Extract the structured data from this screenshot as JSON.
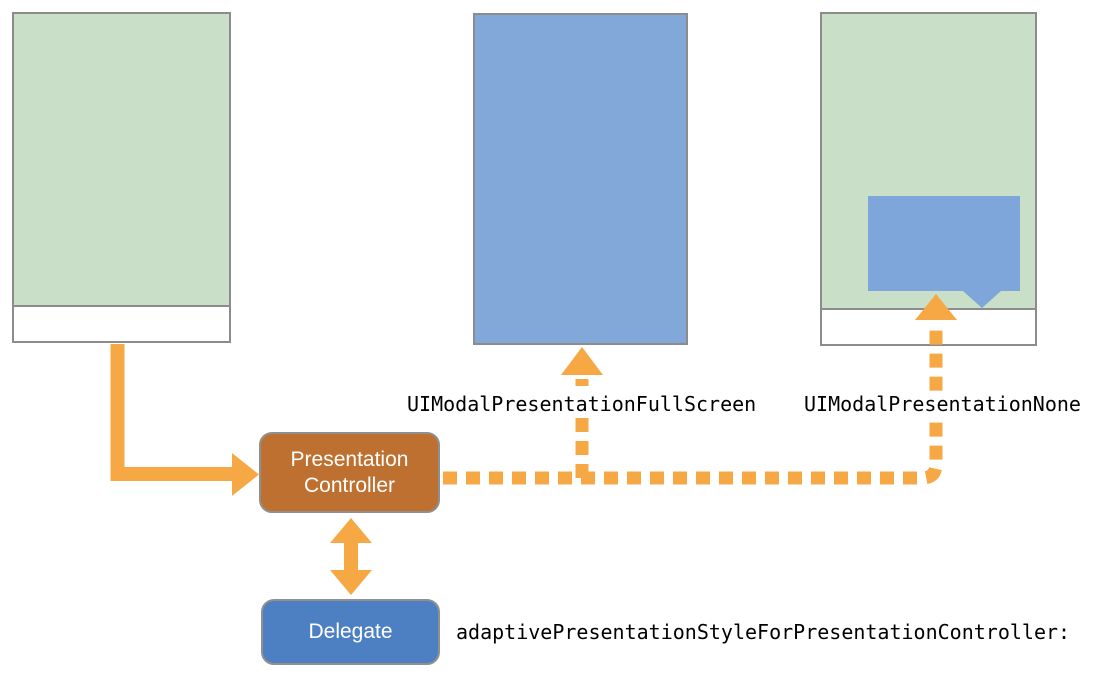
{
  "colors": {
    "background": "#ffffff",
    "device_border": "#8c8c8c",
    "screen_green": "#c9dfc8",
    "screen_blue": "#81a8d9",
    "popover_blue": "#7ea6da",
    "arrow_orange": "#f6a844",
    "controller_fill": "#bd7030",
    "delegate_fill": "#4d80c2",
    "node_border": "#909090",
    "node_text": "#ffffff",
    "label_text": "#000000"
  },
  "nodes": {
    "presentation_controller": {
      "label_line1": "Presentation",
      "label_line2": "Controller"
    },
    "delegate": {
      "label": "Delegate"
    }
  },
  "annotations": {
    "fullscreen_style": "UIModalPresentationFullScreen",
    "none_style": "UIModalPresentationNone",
    "delegate_method": "adaptivePresentationStyleForPresentationController:"
  }
}
